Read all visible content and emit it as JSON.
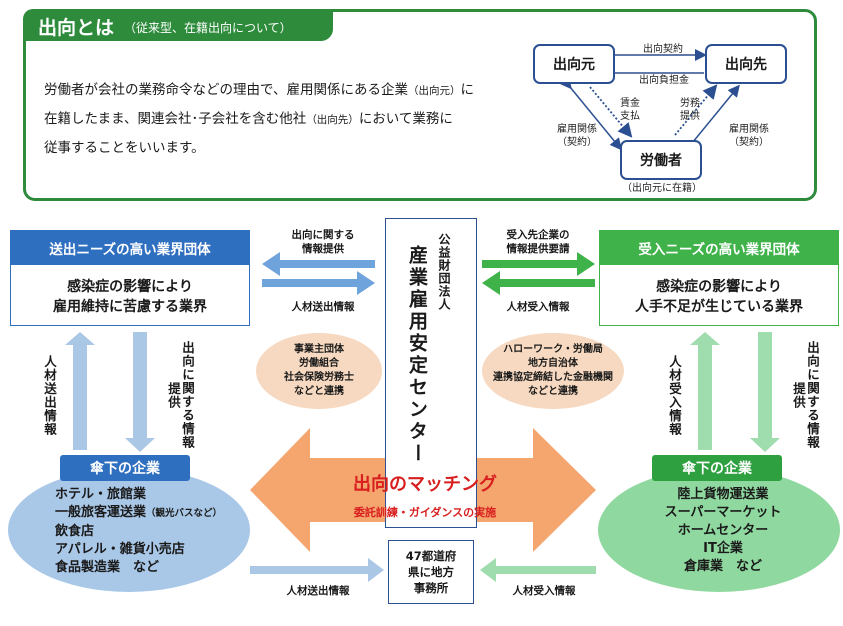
{
  "definition": {
    "title": "出向とは",
    "subtitle": "（従来型、在籍出向について）",
    "line1": "労働者が会社の業務命令などの理由で、雇用関係にある企業",
    "line1_note": "（出向元）",
    "line1_tail": "に",
    "line2": "在籍したまま、関連会社･子会社を含む他社",
    "line2_note": "（出向先）",
    "line2_tail": "において業務に",
    "line3": "従事することをいいます。"
  },
  "mini_diagram": {
    "source": "出向元",
    "destination": "出向先",
    "worker": "労働者",
    "contract": "出向契約",
    "burden": "出向負担金",
    "wage": "賃金\n支払",
    "labor": "労務\n提供",
    "employment_left": "雇用関係\n（契約）",
    "employment_right": "雇用関係\n（契約）",
    "worker_note": "（出向元に在籍）"
  },
  "diagram": {
    "left_header": "送出ニーズの高い業界団体",
    "left_body": "感染症の影響により\n雇用維持に苦慮する業界",
    "right_header": "受入ニーズの高い業界団体",
    "right_body": "感染症の影響により\n人手不足が生じている業界",
    "center_org_small": "公益財団法人",
    "center_org_main": "産業雇用安定センター",
    "label_info_provide_left": "出向に関する\n情報提供",
    "label_send_info_top": "人材送出情報",
    "label_accept_req": "受入先企業の\n情報提供要請",
    "label_accept_info_top": "人材受入情報",
    "bubble_left": "事業主団体\n労働組合\n社会保険労務士\nなどと連携",
    "bubble_right": "ハローワーク・労働局\n地方自治体\n連携協定締結した金融機関\nなどと連携",
    "left_vert_send": "人材送出情報",
    "left_vert_info": "出向に関する情報提供",
    "right_vert_accept": "人材受入情報",
    "right_vert_info": "出向に関する情報提供",
    "left_chip": "傘下の企業",
    "right_chip": "傘下の企業",
    "left_companies": [
      "ホテル・旅館業",
      "一般旅客運送業",
      "飲食店",
      "アパレル・雑貨小売店",
      "食品製造業　など"
    ],
    "left_companies_note": "（観光バスなど）",
    "right_companies": [
      "陸上貨物運送業",
      "スーパーマーケット",
      "ホームセンター",
      "IT企業",
      "倉庫業　など"
    ],
    "matching_title": "出向のマッチング",
    "matching_sub": "委託訓練・ガイダンスの実施",
    "local_offices": "47都道府\n県に地方\n事務所",
    "label_send_info_bottom": "人材送出情報",
    "label_accept_info_bottom": "人材受入情報"
  },
  "colors": {
    "green_frame": "#2e8b3c",
    "navy_box": "#2b4f91",
    "blue_header": "#2f6fc0",
    "green_header": "#3fb24a",
    "left_chip": "#2f6fc0",
    "right_chip": "#2ea03f",
    "blue_arrow": "#6fa3dc",
    "green_arrow": "#3fb24a",
    "light_blue_arrow": "#aac8e6",
    "light_green_arrow": "#9fdcae",
    "left_ellipse": "#a9c8e8",
    "right_ellipse": "#8fd9a0",
    "matching_arrow": "#f5a66f",
    "matching_title": "#d81e1e",
    "bubble": "#f6d9c0"
  }
}
